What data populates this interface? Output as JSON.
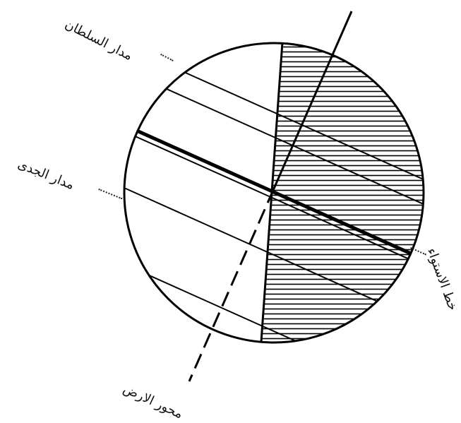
{
  "labels": {
    "tropic_cancer": "مدار السلطان",
    "tropic_capricorn": "مدار الجدى",
    "equator": "خط الاستواء",
    "earth_axis": "محور الارض"
  },
  "colors": {
    "ink": "#000000",
    "background": "#ffffff"
  }
}
